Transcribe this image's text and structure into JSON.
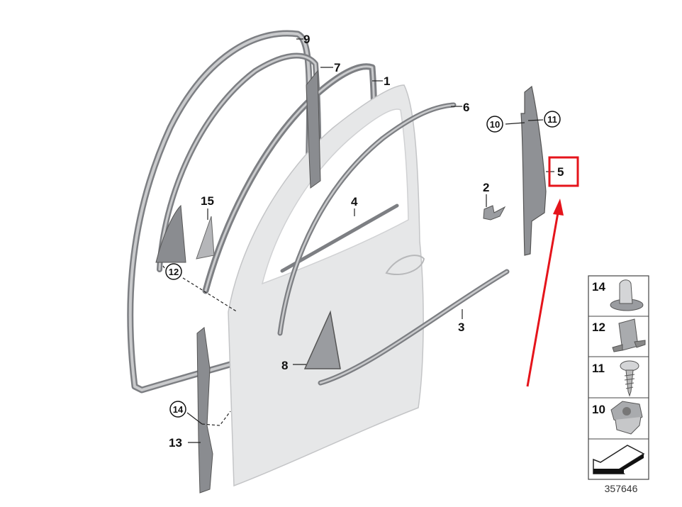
{
  "diagram": {
    "callouts": [
      {
        "id": "9",
        "label": "9",
        "circled": false
      },
      {
        "id": "7",
        "label": "7",
        "circled": false
      },
      {
        "id": "1",
        "label": "1",
        "circled": false
      },
      {
        "id": "6",
        "label": "6",
        "circled": false
      },
      {
        "id": "10",
        "label": "10",
        "circled": true
      },
      {
        "id": "11",
        "label": "11",
        "circled": true
      },
      {
        "id": "5",
        "label": "5",
        "circled": false,
        "highlighted": true
      },
      {
        "id": "2",
        "label": "2",
        "circled": false
      },
      {
        "id": "4",
        "label": "4",
        "circled": false
      },
      {
        "id": "15",
        "label": "15",
        "circled": false
      },
      {
        "id": "12",
        "label": "12",
        "circled": true
      },
      {
        "id": "3",
        "label": "3",
        "circled": false
      },
      {
        "id": "8",
        "label": "8",
        "circled": false
      },
      {
        "id": "14",
        "label": "14",
        "circled": true
      },
      {
        "id": "13",
        "label": "13",
        "circled": false
      }
    ],
    "legend": [
      {
        "label": "14",
        "icon": "clip-nut-icon"
      },
      {
        "label": "12",
        "icon": "spring-clip-icon"
      },
      {
        "label": "11",
        "icon": "screw-icon"
      },
      {
        "label": "10",
        "icon": "expanding-nut-icon"
      },
      {
        "label": "",
        "icon": "direction-arrow-icon"
      }
    ],
    "diagram_number": "357646",
    "highlight_color": "#e5141b",
    "part_color": "#8a8c90",
    "door_color": "#e6e7e8"
  }
}
